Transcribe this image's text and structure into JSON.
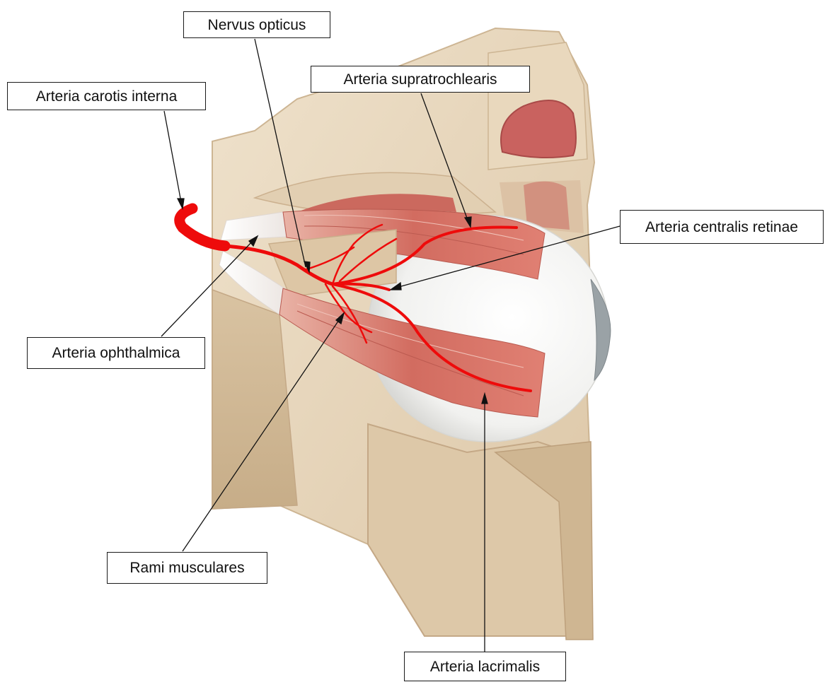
{
  "colors": {
    "artery": "#ee0b0b",
    "muscle": "#d46b63",
    "bone": "#e6d3b8",
    "sclera": "#f7f7f5",
    "cornea": "#9ea6aa",
    "leader": "#111111"
  },
  "labels": {
    "nervus_opticus": "Nervus opticus",
    "arteria_supratrochlearis": "Arteria supratrochlearis",
    "arteria_carotis_interna": "Arteria carotis interna",
    "arteria_centralis_retinae": "Arteria centralis retinae",
    "arteria_ophthalmica": "Arteria ophthalmica",
    "rami_musculares": "Rami musculares",
    "arteria_lacrimalis": "Arteria lacrimalis"
  }
}
